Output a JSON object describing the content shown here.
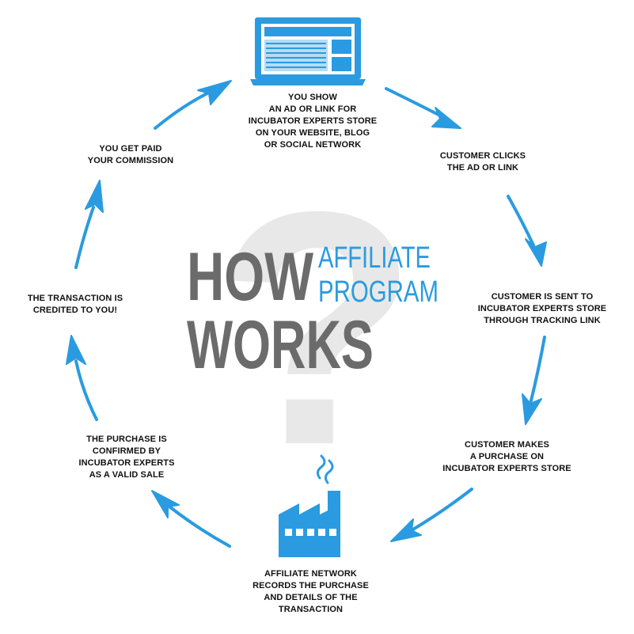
{
  "title": {
    "word_how": "HOW",
    "word_works": "WORKS",
    "line_affiliate": "AFFILIATE",
    "line_program": "PROGRAM",
    "mark": "?"
  },
  "colors": {
    "accent_blue": "#2a9be0",
    "title_gray": "#6b6b6b",
    "question_mark": "#e6e6e6",
    "text": "#111111"
  },
  "icons": {
    "top": "laptop-icon",
    "bottom": "factory-icon"
  },
  "steps": {
    "show_ad": "YOU SHOW\nAN AD OR LINK FOR\nINCUBATOR EXPERTS STORE\nON YOUR WEBSITE, BLOG\nOR SOCIAL NETWORK",
    "customer_clicks": "CUSTOMER CLICKS\nTHE AD OR LINK",
    "sent_to_store": "CUSTOMER IS SENT TO\nINCUBATOR EXPERTS STORE\nTHROUGH TRACKING LINK",
    "makes_purchase": "CUSTOMER MAKES\nA PURCHASE ON\nINCUBATOR EXPERTS STORE",
    "network_records": "AFFILIATE NETWORK\nRECORDS THE PURCHASE\nAND DETAILS OF THE\nTRANSACTION",
    "purchase_confirmed": "THE PURCHASE IS\nCONFIRMED BY\nINCUBATOR EXPERTS\nAS A VALID SALE",
    "transaction_credited": "THE TRANSACTION IS\nCREDITED TO YOU!",
    "get_paid": "YOU GET PAID\nYOUR COMMISSION"
  }
}
